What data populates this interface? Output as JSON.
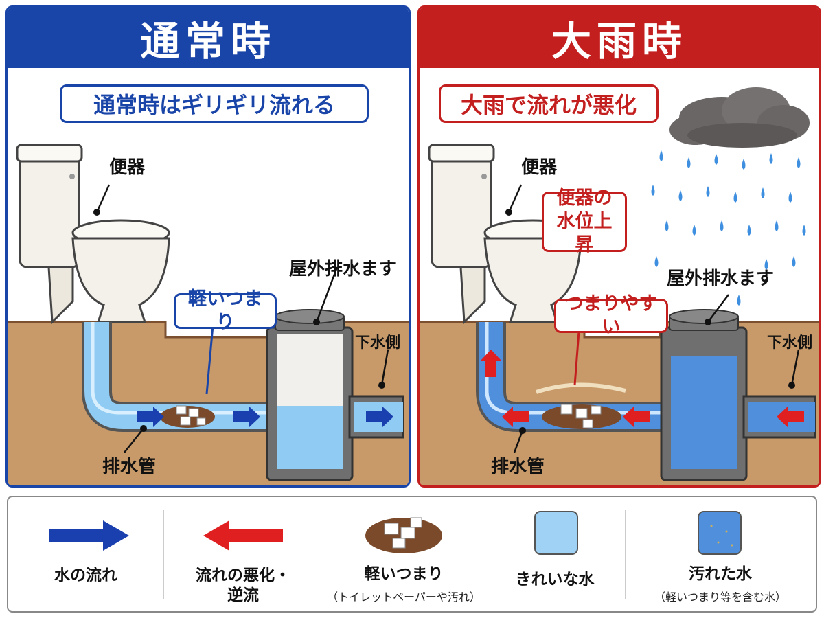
{
  "panels": {
    "normal": {
      "header": "通常時",
      "subtitle": "通常時はギリギリ流れる",
      "toilet_label": "便器",
      "outdoor_box_label": "屋外排水ます",
      "sewer_side_label": "下水側",
      "clog_callout": "軽いつまり",
      "pipe_label": "排水管"
    },
    "heavy": {
      "header": "大雨時",
      "subtitle": "大雨で流れが悪化",
      "toilet_label": "便器",
      "water_rise_callout_line1": "便器の",
      "water_rise_callout_line2": "水位上昇",
      "outdoor_box_label": "屋外排水ます",
      "sewer_side_label": "下水側",
      "clog_callout": "つまりやすい",
      "pipe_label": "排水管"
    }
  },
  "legend": {
    "items": [
      {
        "label": "水の流れ",
        "sub": ""
      },
      {
        "label_line1": "流れの悪化・",
        "label_line2": "逆流"
      },
      {
        "label": "軽いつまり",
        "sub": "（トイレットペーパーや汚れ）"
      },
      {
        "label": "きれいな水",
        "sub": ""
      },
      {
        "label": "汚れた水",
        "sub": "（軽いつまり等を含む水）"
      }
    ]
  },
  "colors": {
    "normal_accent": "#1a45a8",
    "heavy_accent": "#c41f1f",
    "ground": "#c89a6a",
    "clean_water": "#9fd2f5",
    "dirty_water": "#4f8fdc",
    "flow_arrow": "#1a3fae",
    "reverse_arrow": "#e02020"
  }
}
